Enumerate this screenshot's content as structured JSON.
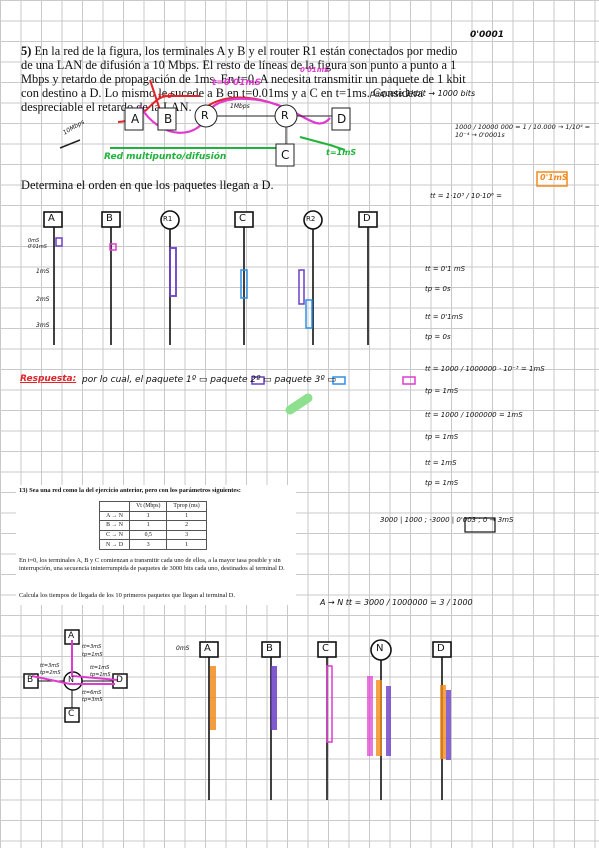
{
  "problem5": {
    "number": "5)",
    "text": "En la red de la figura, los terminales A y B y el router R1 están conectados por medio de una LAN de difusión a 10 Mbps. El resto de líneas de la figura son punto a punto a 1 Mbps y retardo de propagación de 1ms. En t=0, A necesita transmitir un paquete de 1 kbit con destino a D. Lo mismo le sucede a B en t=0.01ms y a C en t=1ms. Considera despreciable el retardo de la LAN.",
    "question": "Determina el orden en que los paquetes llegan a D."
  },
  "diagram1": {
    "nodes": [
      "A",
      "B",
      "R",
      "R",
      "D",
      "C"
    ],
    "annotations": {
      "lan_label": "Red multipunto/difusión",
      "t0": "t=0",
      "t001": "t=0'01mS",
      "t001b": "0'01mS",
      "t1": "t=1mS",
      "ms10": "10Mbps",
      "ms1": "1Mbps",
      "paquete": "paquete 1kbit → 1000 bits"
    }
  },
  "timeline1": {
    "columns": [
      "A",
      "B",
      "R1",
      "C",
      "R2",
      "D"
    ],
    "ticks": [
      "1mS",
      "2mS",
      "3mS"
    ],
    "top_label": "0mS 0'01mS"
  },
  "answer": {
    "label": "Respuesta:",
    "text": "por lo cual, el paquete 1º ▭ paquete 2º ▭ paquete 3º ▭"
  },
  "calc_right": {
    "frac1": "1000 / 10000 000 = 1 / 10.000 → 1/10⁴ = 10⁻⁴ → 0'0001s",
    "boxed": "0'1mS",
    "tt_formula": "tt = 1·10³ / 10·10⁶ =",
    "lines": [
      "tt = 0'1 mS",
      "tp = 0s",
      "tt = 0'1mS",
      "tp = 0s",
      "tt = 1000 / 1000000 · 10⁻³ = 1mS",
      "tp = 1mS",
      "tt = 1000 / 1000000 = 1mS",
      "tp = 1mS",
      "tt = 1mS",
      "tp = 1mS"
    ]
  },
  "problem13": {
    "title": "13) Sea una red como la del ejercicio anterior, pero con los parámetros siguientes:",
    "table_headers": [
      "",
      "Vt (Mbps)",
      "Tprop (ms)"
    ],
    "table_rows": [
      [
        "A → N",
        "1",
        "1"
      ],
      [
        "B → N",
        "1",
        "2"
      ],
      [
        "C → N",
        "0,5",
        "3"
      ],
      [
        "N → D",
        "3",
        "1"
      ]
    ],
    "p1": "En t=0, los terminales A, B y C comienzan a transmitir cada uno de ellos, a la mayor tasa posible y sin interrupción, una secuencia ininterrumpida de paquetes de 3000 bits cada uno, destinados al terminal D.",
    "p2": "Calcula los tiempos de llegada de los 10 primeros paquetes que llegan al terminal D."
  },
  "calc13": {
    "division": "3000 | 1000 ; -3000 | 0'003 ; 0 → 3mS",
    "an": "A → N  tt = 3000 / 1000000 = 3 / 1000"
  },
  "diagram2": {
    "nodes": [
      "A",
      "B",
      "N",
      "D",
      "C"
    ],
    "labels": [
      "tt=3mS",
      "tp=1mS",
      "tt=3mS",
      "tp=2mS",
      "tt=6mS",
      "tp=3mS",
      "tt=1mS",
      "tp=1mS"
    ]
  },
  "timeline2": {
    "columns": [
      "A",
      "B",
      "C",
      "N",
      "D"
    ],
    "start": "0mS"
  },
  "colors": {
    "red": "#e0242a",
    "green": "#1fb33a",
    "pink": "#e03ad0",
    "blue": "#2f8fe6",
    "purple": "#6a3ec8",
    "orange": "#f28c1c"
  }
}
